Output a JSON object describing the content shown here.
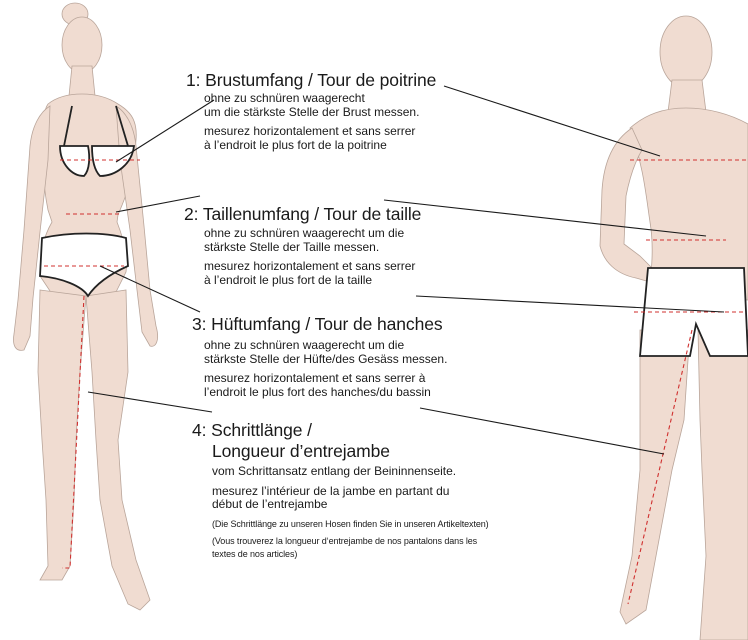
{
  "colors": {
    "skin": "#f0dcd1",
    "skin_outline": "#b9a59a",
    "garment_fill": "#ffffff",
    "garment_outline": "#222222",
    "measure_line": "#d0302f",
    "leader_line": "#1a1a1a",
    "text": "#1a1a1a"
  },
  "measurements": [
    {
      "number_title": "1: Brustumfang / Tour de poitrine",
      "de": "ohne zu schnüren waagerecht\num die stärkste Stelle der Brust messen.",
      "fr": "mesurez horizontalement et sans serrer\nà l’endroit le plus fort de la poitrine"
    },
    {
      "number_title": "2: Taillenumfang / Tour de taille",
      "de": "ohne zu schnüren waagerecht um die\nstärkste Stelle der Taille messen.",
      "fr": "mesurez horizontalement et sans serrer\nà l’endroit le plus fort de la taille"
    },
    {
      "number_title": "3: Hüftumfang / Tour de hanches",
      "de": "ohne zu schnüren waagerecht um die\nstärkste Stelle der Hüfte/des Gesäss messen.",
      "fr": "mesurez horizontalement et sans serrer à\nl’endroit le plus fort des hanches/du bassin"
    },
    {
      "number_title_line1": "4: Schrittlänge /",
      "number_title_line2": "Longueur d’entrejambe",
      "de": "vom Schrittansatz entlang der Beininnenseite.",
      "fr": "mesurez l’intérieur de la jambe en partant du\ndébut de l’entrejambe",
      "note_de": "(Die Schrittlänge zu unseren Hosen finden Sie in unseren Artikeltexten)",
      "note_fr": "(Vous trouverez la longueur d‘entrejambe de nos pantalons dans les\ntextes de nos articles)"
    }
  ]
}
